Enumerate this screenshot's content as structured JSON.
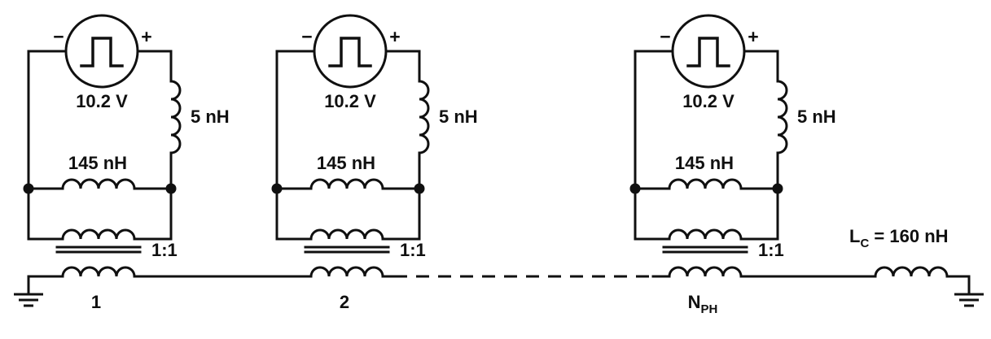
{
  "colors": {
    "ink": "#101010",
    "background": "#ffffff"
  },
  "phases": [
    {
      "minus": "−",
      "plus": "+",
      "voltage": "10.2 V",
      "series_inductor": "5 nH",
      "shunt_inductor": "145 nH",
      "turns_ratio": "1:1",
      "label_main": "1",
      "label_sub": ""
    },
    {
      "minus": "−",
      "plus": "+",
      "voltage": "10.2 V",
      "series_inductor": "5 nH",
      "shunt_inductor": "145 nH",
      "turns_ratio": "1:1",
      "label_main": "2",
      "label_sub": ""
    },
    {
      "minus": "−",
      "plus": "+",
      "voltage": "10.2 V",
      "series_inductor": "5 nH",
      "shunt_inductor": "145 nH",
      "turns_ratio": "1:1",
      "label_main": "N",
      "label_sub": "PH"
    }
  ],
  "coupling_inductor": {
    "symbol": "L",
    "subscript": "C",
    "value": " = 160 nH"
  }
}
